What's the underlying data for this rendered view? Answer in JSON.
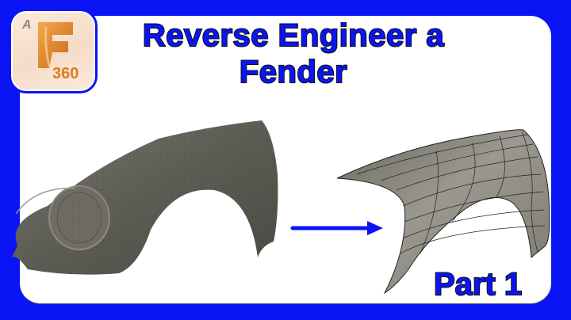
{
  "thumbnail": {
    "title_line1": "Reverse Engineer a",
    "title_line2": "Fender",
    "part_label": "Part 1",
    "logo": {
      "brand_mark": "A",
      "product_letter": "F",
      "product_number": "360",
      "icon": "fusion-360-icon"
    },
    "images": {
      "left": "scanned-mesh-fender",
      "right": "surface-model-fender"
    },
    "arrow": "right-arrow-icon",
    "colors": {
      "border_blue": "#0a14f5",
      "panel_white": "#ffffff",
      "text_blue": "#0a14f5",
      "text_outline": "#111111",
      "logo_orange": "#e07a22",
      "mesh_gray": "#5e5d55"
    }
  }
}
